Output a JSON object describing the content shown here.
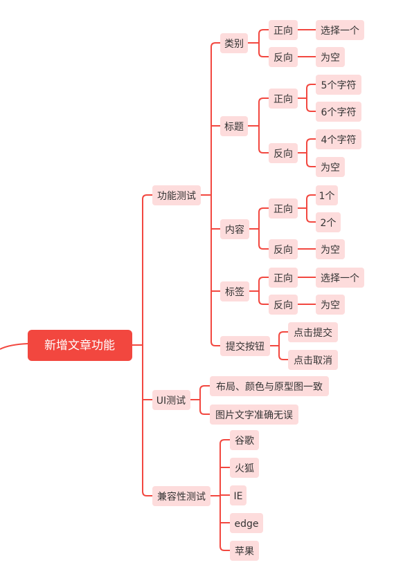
{
  "root": {
    "label": "新增文章功能"
  },
  "branches": [
    {
      "label": "功能测试",
      "children": [
        {
          "label": "类别",
          "children": [
            {
              "label": "正向",
              "children": [
                {
                  "label": "选择一个"
                }
              ]
            },
            {
              "label": "反向",
              "children": [
                {
                  "label": "为空"
                }
              ]
            }
          ]
        },
        {
          "label": "标题",
          "children": [
            {
              "label": "正向",
              "children": [
                {
                  "label": "5个字符"
                },
                {
                  "label": "6个字符"
                }
              ]
            },
            {
              "label": "反向",
              "children": [
                {
                  "label": "4个字符"
                },
                {
                  "label": "为空"
                }
              ]
            }
          ]
        },
        {
          "label": "内容",
          "children": [
            {
              "label": "正向",
              "children": [
                {
                  "label": "1个"
                },
                {
                  "label": "2个"
                }
              ]
            },
            {
              "label": "反向",
              "children": [
                {
                  "label": "为空"
                }
              ]
            }
          ]
        },
        {
          "label": "标签",
          "children": [
            {
              "label": "正向",
              "children": [
                {
                  "label": "选择一个"
                }
              ]
            },
            {
              "label": "反向",
              "children": [
                {
                  "label": "为空"
                }
              ]
            }
          ]
        },
        {
          "label": "提交按钮",
          "children": [
            {
              "label": "点击提交"
            },
            {
              "label": "点击取消"
            }
          ]
        }
      ]
    },
    {
      "label": "UI测试",
      "children": [
        {
          "label": "布局、颜色与原型图一致"
        },
        {
          "label": "图片文字准确无误"
        }
      ]
    },
    {
      "label": "兼容性测试",
      "children": [
        {
          "label": "谷歌"
        },
        {
          "label": "火狐"
        },
        {
          "label": "IE"
        },
        {
          "label": "edge"
        },
        {
          "label": "苹果"
        }
      ]
    }
  ],
  "colors": {
    "accent": "#f2473f",
    "node_fill": "#fddcdc",
    "text": "#333333"
  }
}
